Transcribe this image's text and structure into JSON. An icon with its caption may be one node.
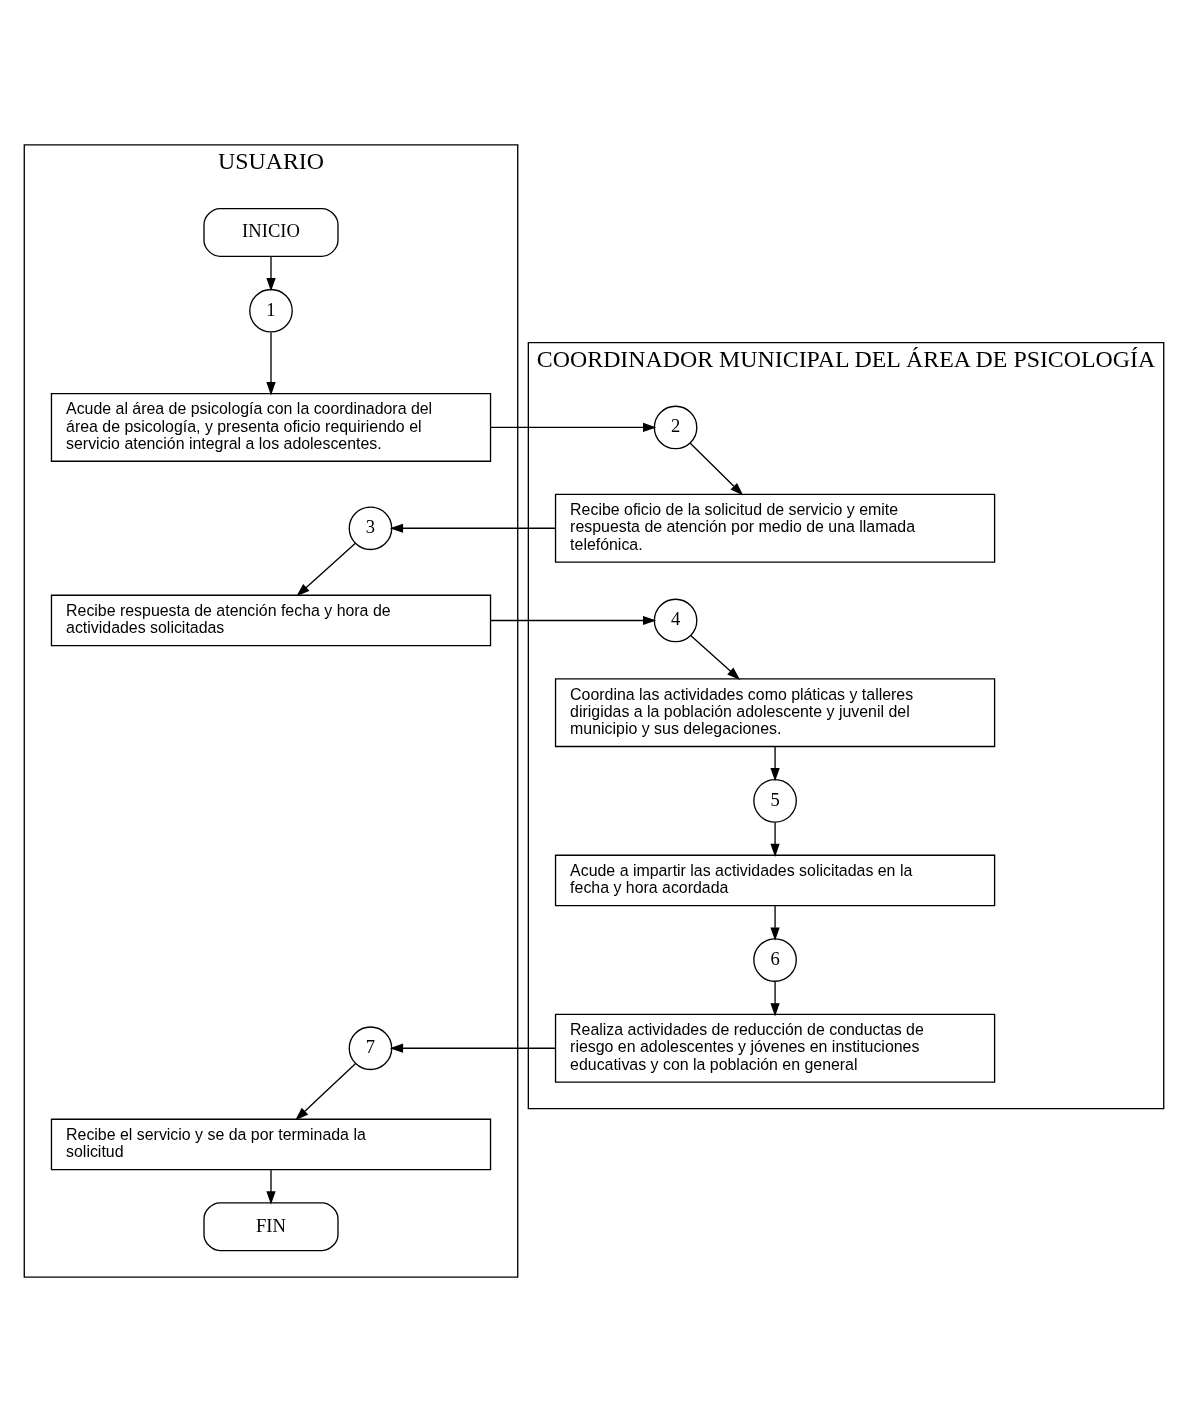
{
  "diagram": {
    "nodes": [
      {
        "text": [
          "USUARIO"
        ]
      },
      {
        "text": [
          "COORDINADOR MUNICIPAL DEL ÁREA DE PSICOLOGÍA"
        ]
      },
      {
        "text": [
          "INICIO"
        ],
        "in": 0
      },
      {
        "text": [
          "1"
        ],
        "in": 0
      },
      {
        "text": [
          "Acude al área de psicología con la coordinadora del área de psicología, y presenta oficio requiriendo el servicio atención integral a los adolescentes."
        ],
        "in": 0
      },
      {
        "text": [
          "2"
        ],
        "in": 1
      },
      {
        "text": [
          "Recibe oficio de la solicitud de servicio y emite respuesta de atención por medio de una llamada telefónica."
        ],
        "in": 1
      },
      {
        "text": [
          "3"
        ],
        "in": 0
      },
      {
        "text": [
          "Recibe respuesta de atención fecha y hora de actividades solicitadas"
        ],
        "in": 0
      },
      {
        "text": [
          "4"
        ],
        "in": 1
      },
      {
        "text": [
          "Coordina las actividades como pláticas y talleres dirigidas a la población adolescente y juvenil del municipio y sus delegaciones."
        ],
        "in": 1
      },
      {
        "text": [
          "5"
        ],
        "in": 1
      },
      {
        "text": [
          "Acude a impartir las actividades solicitadas en la fecha y hora acordada"
        ],
        "in": 1
      },
      {
        "text": [
          "6"
        ],
        "in": 1
      },
      {
        "text": [
          "Realiza actividades de reducción de conductas de riesgo en adolescentes y jóvenes en instituciones educativas y con la población en general"
        ],
        "in": 1
      },
      {
        "text": [
          "7"
        ],
        "in": 0
      },
      {
        "text": [
          "Recibe el servicio y se da por terminada la solicitud"
        ],
        "in": 0
      },
      {
        "text": [
          "FIN"
        ],
        "in": 0
      }
    ],
    "edges": [
      {
        "from": 2,
        "to": 3,
        "arrow": "to"
      },
      {
        "from": 3,
        "to": 4,
        "arrow": "to"
      },
      {
        "from": 4,
        "to": 5,
        "arrow": "to"
      },
      {
        "from": 5,
        "to": 6,
        "arrow": "to"
      },
      {
        "from": 6,
        "to": 7,
        "arrow": "to"
      },
      {
        "from": 7,
        "to": 8,
        "arrow": "to"
      },
      {
        "from": 8,
        "to": 9,
        "arrow": "to"
      },
      {
        "from": 9,
        "to": 10,
        "arrow": "to"
      },
      {
        "from": 10,
        "to": 11,
        "arrow": "to"
      },
      {
        "from": 11,
        "to": 12,
        "arrow": "to"
      },
      {
        "from": 12,
        "to": 13,
        "arrow": "to"
      },
      {
        "from": 13,
        "to": 14,
        "arrow": "to"
      },
      {
        "from": 14,
        "to": 15,
        "arrow": "to"
      },
      {
        "from": 15,
        "to": 16,
        "arrow": "to"
      },
      {
        "from": 16,
        "to": 17,
        "arrow": "to"
      }
    ]
  }
}
